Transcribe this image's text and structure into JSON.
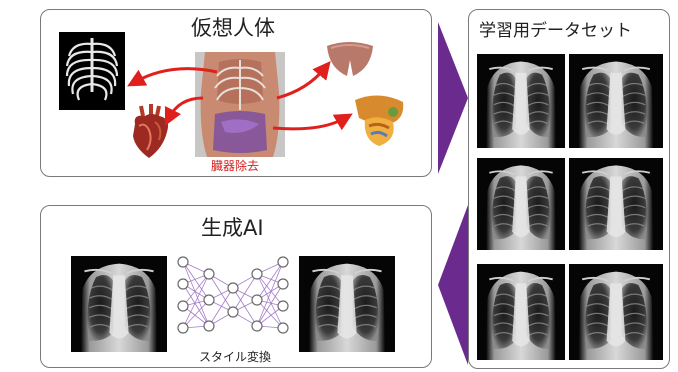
{
  "top_panel": {
    "title": "仮想人体",
    "caption": "臓器除去"
  },
  "bottom_panel": {
    "title": "生成AI",
    "caption": "スタイル変換"
  },
  "right_panel": {
    "title": "学習用データセット"
  },
  "colors": {
    "arrow_red": "#e0201c",
    "flow_purple": "#6a2a8e",
    "caption_red": "#d42020",
    "network_purple": "#9b6fc4"
  },
  "icons": [
    "ribcage-image",
    "heart-image",
    "torso-model-image",
    "lungs-image",
    "digestive-organs-image",
    "chest-xray-image",
    "neural-network-icon"
  ]
}
